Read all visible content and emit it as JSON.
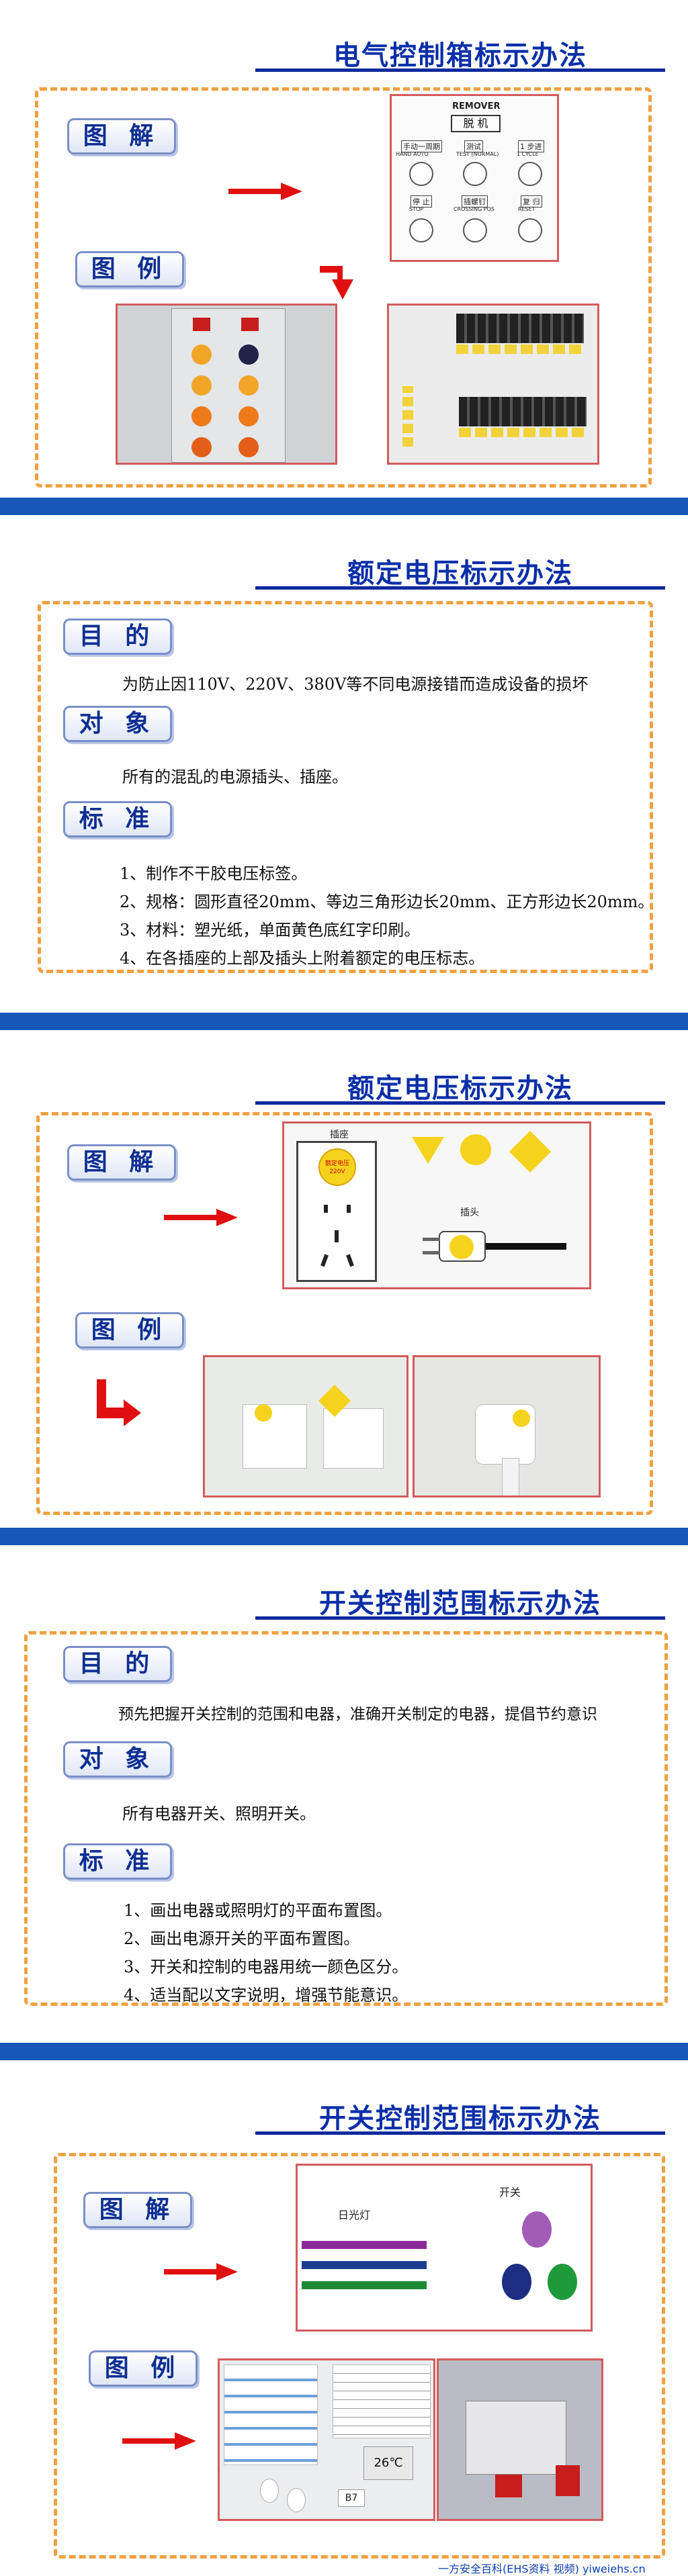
{
  "slides": [
    {
      "title": "电气控制箱标示办法",
      "diagram_label": "图 解",
      "example_label": "图 例",
      "panel": {
        "brand": "REMOVER",
        "name": "脱 机",
        "row1": [
          "手动一周期",
          "测试",
          "1 步进"
        ],
        "row1_sub": [
          "HAND AUTO",
          "TEST (NORMAL)",
          "1 CYCLE"
        ],
        "row2": [
          "停 止",
          "插螺钉",
          "复 归"
        ],
        "row2_sub": [
          "STOP",
          "CROSSING POS",
          "RESET"
        ]
      }
    },
    {
      "title": "额定电压标示办法",
      "purpose_label": "目 的",
      "purpose_text": "为防止因110V、220V、380V等不同电源接错而造成设备的损坏",
      "object_label": "对 象",
      "object_text": "所有的混乱的电源插头、插座。",
      "standard_label": "标 准",
      "standards": [
        "1、制作不干胶电压标签。",
        "2、规格：圆形直径20mm、等边三角形边长20mm、正方形边长20mm。",
        "3、材料：塑光纸，单面黄色底红字印刷。",
        "4、在各插座的上部及插头上附着额定的电压标志。"
      ]
    },
    {
      "title": "额定电压标示办法",
      "diagram_label": "图 解",
      "example_label": "图 例",
      "socket_label": "插座",
      "plug_label": "插头",
      "sticker_text": "额定电压",
      "sticker_value": "220V"
    },
    {
      "title": "开关控制范围标示办法",
      "purpose_label": "目 的",
      "purpose_text": "预先把握开关控制的范围和电器，准确开关制定的电器，提倡节约意识",
      "object_label": "对 象",
      "object_text": "所有电器开关、照明开关。",
      "standard_label": "标 准",
      "standards": [
        "1、画出电器或照明灯的平面布置图。",
        "2、画出电源开关的平面布置图。",
        "3、开关和控制的电器用统一颜色区分。",
        "4、适当配以文字说明，增强节能意识。"
      ]
    },
    {
      "title": "开关控制范围标示办法",
      "diagram_label": "图 解",
      "example_label": "图 例",
      "lamp_label": "日光灯",
      "switch_label": "开关",
      "photo_temp": "26℃",
      "photo_room": "B7",
      "watermark": "一方安全百科(EHS资料 视频) yiweiehs.cn"
    }
  ]
}
